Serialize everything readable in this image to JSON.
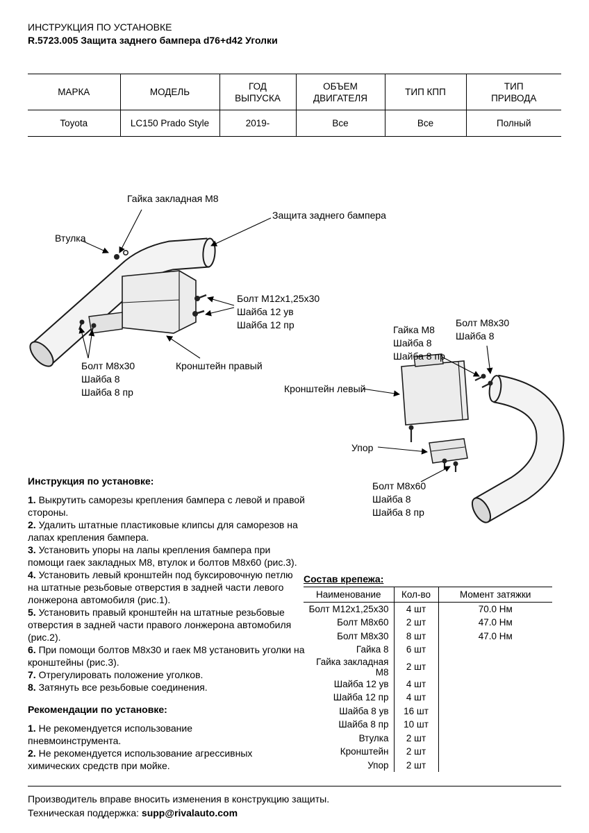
{
  "header": {
    "title": "ИНСТРУКЦИЯ ПО УСТАНОВКЕ",
    "subtitle": "R.5723.005 Защита заднего бампера d76+d42 Уголки"
  },
  "vehicle_table": {
    "headers": [
      "МАРКА",
      "МОДЕЛЬ",
      "ГОД\nВЫПУСКА",
      "ОБЪЕМ\nДВИГАТЕЛЯ",
      "ТИП КПП",
      "ТИП\nПРИВОДА"
    ],
    "row": [
      "Toyota",
      "LC150 Prado Style",
      "2019-",
      "Все",
      "Все",
      "Полный"
    ]
  },
  "diagram1": {
    "labels": {
      "nut": "Гайка закладная М8",
      "guard": "Защита заднего бампера",
      "bushing": "Втулка",
      "bolt_m12": "Болт М12х1,25х30\nШайба 12 ув\nШайба 12 пр",
      "bolt_m8x30": "Болт М8х30\nШайба 8\nШайба 8 пр",
      "bracket": "Кронштейн правый"
    }
  },
  "diagram2": {
    "labels": {
      "nut_m8": "Гайка М8\nШайба 8\nШайба 8 пр",
      "bolt_m8x30": "Болт М8х30\nШайба 8",
      "bracket": "Кронштейн левый",
      "stop": "Упор",
      "bolt_m8x60": "Болт М8х60\nШайба 8\nШайба 8 пр"
    }
  },
  "instructions": {
    "title": "Инструкция по установке:",
    "items": [
      {
        "n": "1.",
        "t": "Выкрутить саморезы крепления бампера с левой и правой стороны."
      },
      {
        "n": "2.",
        "t": "Удалить штатные пластиковые клипсы для саморезов на лапах крепления бампера."
      },
      {
        "n": "3.",
        "t": "Установить упоры на лапы крепления бампера при помощи гаек закладных М8, втулок и болтов М8х60 (рис.3)."
      },
      {
        "n": "4.",
        "t": "Установить левый кронштейн под буксировочную петлю на штатные резьбовые отверстия в задней части левого лонжерона автомобиля (рис.1)."
      },
      {
        "n": "5.",
        "t": "Установить правый кронштейн на штатные резьбовые отверстия в задней части правого лонжерона автомобиля (рис.2)."
      },
      {
        "n": "6.",
        "t": "При помощи болтов М8х30 и гаек М8 установить уголки на кронштейны (рис.3)."
      },
      {
        "n": "7.",
        "t": "Отрегулировать положение уголков."
      },
      {
        "n": "8.",
        "t": "Затянуть все резьбовые соединения."
      }
    ]
  },
  "recommendations": {
    "title": "Рекомендации по установке:",
    "items": [
      {
        "n": "1.",
        "t": "Не рекомендуется использование\nпневмоинструмента."
      },
      {
        "n": "2.",
        "t": "Не рекомендуется использование агрессивных\nхимических средств при мойке."
      }
    ]
  },
  "parts_table": {
    "title": "Состав крепежа:",
    "headers": [
      "Наименование",
      "Кол-во",
      "Момент затяжки"
    ],
    "rows": [
      {
        "name": "Болт М12х1,25х30",
        "qty": "4 шт",
        "torque": "70.0 Нм"
      },
      {
        "name": "Болт М8х60",
        "qty": "2 шт",
        "torque": "47.0 Нм"
      },
      {
        "name": "Болт М8х30",
        "qty": "8 шт",
        "torque": "47.0 Нм"
      },
      {
        "name": "Гайка 8",
        "qty": "6 шт",
        "torque": ""
      },
      {
        "name": "Гайка закладная М8",
        "qty": "2 шт",
        "torque": ""
      },
      {
        "name": "Шайба 12 ув",
        "qty": "4 шт",
        "torque": ""
      },
      {
        "name": "Шайба 12 пр",
        "qty": "4 шт",
        "torque": ""
      },
      {
        "name": "Шайба 8 ув",
        "qty": "16 шт",
        "torque": ""
      },
      {
        "name": "Шайба 8 пр",
        "qty": "10 шт",
        "torque": ""
      },
      {
        "name": "Втулка",
        "qty": "2 шт",
        "torque": ""
      },
      {
        "name": "Кронштейн",
        "qty": "2 шт",
        "torque": ""
      },
      {
        "name": "Упор",
        "qty": "2 шт",
        "torque": ""
      }
    ]
  },
  "footer": {
    "note": "Производитель вправе вносить изменения в конструкцию защиты.",
    "support_label": "Техническая поддержка: ",
    "support_email": "supp@rivalauto.com"
  }
}
